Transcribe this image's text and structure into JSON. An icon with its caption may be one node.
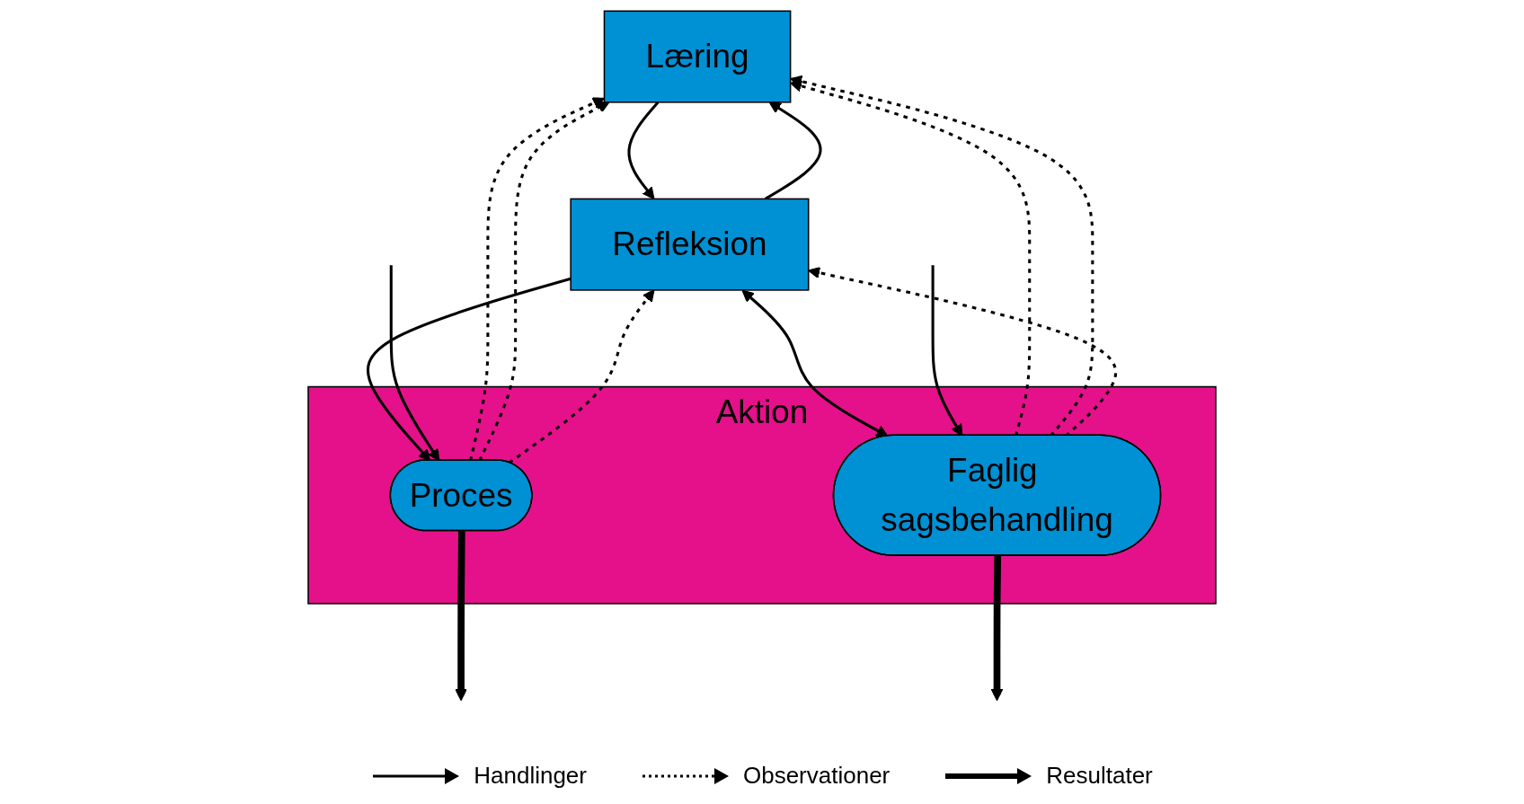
{
  "diagram": {
    "nodes": [
      {
        "text": [
          "Læring"
        ]
      },
      {
        "text": [
          "Refleksion"
        ]
      },
      {
        "text": [
          "Aktion"
        ]
      },
      {
        "text": [
          "Faglig sagsbehandling"
        ],
        "in": 2
      },
      {
        "text": [
          "Proces"
        ],
        "in": 2
      }
    ],
    "edges": [
      {
        "from": 1,
        "to": 0,
        "arrow": "to"
      },
      {
        "from": 0,
        "to": 1,
        "arrow": "to"
      },
      {
        "from": 1,
        "to": 4,
        "arrow": "to"
      },
      {
        "from": 1,
        "to": 3,
        "arrow": "both"
      },
      {
        "from": null,
        "to": 3,
        "arrow": "to"
      },
      {
        "from": null,
        "to": 4,
        "arrow": "to"
      },
      {
        "from": 3,
        "to": null,
        "arrow": "to",
        "style": "thick"
      },
      {
        "from": 4,
        "to": null,
        "arrow": "to",
        "style": "thick"
      },
      {
        "from": 3,
        "to": 0,
        "arrow": "to",
        "style": "dashed"
      },
      {
        "from": 4,
        "to": 0,
        "arrow": "to",
        "style": "dashed"
      },
      {
        "from": 3,
        "to": 0,
        "arrow": "to",
        "style": "dashed"
      },
      {
        "from": 3,
        "to": 1,
        "arrow": "to",
        "style": "dashed"
      },
      {
        "from": 4,
        "to": 0,
        "arrow": "to",
        "style": "dashed"
      },
      {
        "from": 4,
        "to": 1,
        "arrow": "to",
        "style": "dashed"
      }
    ],
    "legend": [
      {
        "text": "Handlinger"
      },
      {
        "text": "Observationer"
      },
      {
        "text": "Resultater"
      }
    ]
  }
}
